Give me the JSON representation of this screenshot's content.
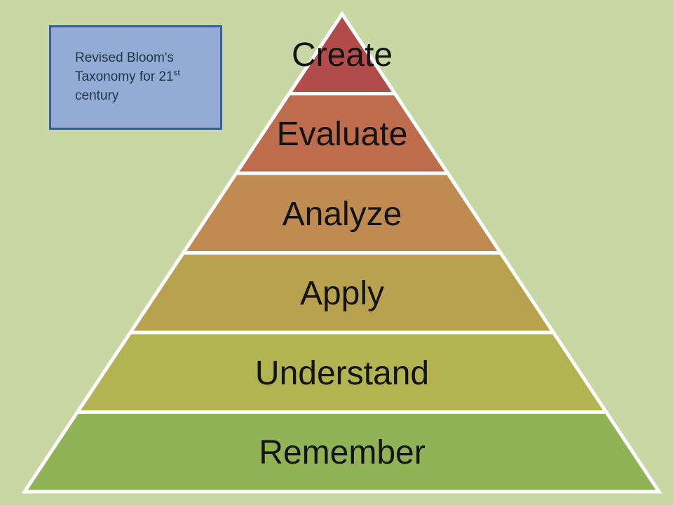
{
  "background_color": "#c8d7a3",
  "callout": {
    "line1": "Revised Bloom's",
    "line2_text": "Taxonomy for 21",
    "line2_superscript": "st",
    "line3": "century",
    "fill_color": "#93abd5",
    "border_color": "#3c5c8e",
    "text_color": "#203449"
  },
  "pyramid": {
    "outline_color": "#ffffff",
    "label_color": "#141414",
    "levels": [
      {
        "label": "Create",
        "color": "#b14c4a"
      },
      {
        "label": "Evaluate",
        "color": "#bd6c4e"
      },
      {
        "label": "Analyze",
        "color": "#c08b50"
      },
      {
        "label": "Apply",
        "color": "#b8a24e"
      },
      {
        "label": "Understand",
        "color": "#b1b451"
      },
      {
        "label": "Remember",
        "color": "#8fb355"
      }
    ]
  }
}
